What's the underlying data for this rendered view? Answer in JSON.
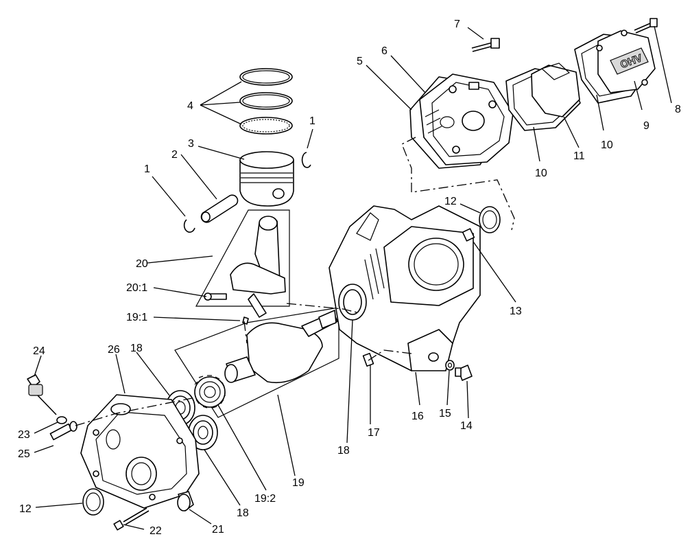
{
  "callouts": [
    {
      "id": "c1a",
      "text": "1"
    },
    {
      "id": "c1b",
      "text": "1"
    },
    {
      "id": "c2",
      "text": "2"
    },
    {
      "id": "c3",
      "text": "3"
    },
    {
      "id": "c4",
      "text": "4"
    },
    {
      "id": "c5",
      "text": "5"
    },
    {
      "id": "c6",
      "text": "6"
    },
    {
      "id": "c7",
      "text": "7"
    },
    {
      "id": "c8",
      "text": "8"
    },
    {
      "id": "c9",
      "text": "9"
    },
    {
      "id": "c10a",
      "text": "10"
    },
    {
      "id": "c10b",
      "text": "10"
    },
    {
      "id": "c11",
      "text": "11"
    },
    {
      "id": "c12a",
      "text": "12"
    },
    {
      "id": "c12b",
      "text": "12"
    },
    {
      "id": "c13",
      "text": "13"
    },
    {
      "id": "c14",
      "text": "14"
    },
    {
      "id": "c15",
      "text": "15"
    },
    {
      "id": "c16",
      "text": "16"
    },
    {
      "id": "c17",
      "text": "17"
    },
    {
      "id": "c18a",
      "text": "18"
    },
    {
      "id": "c18b",
      "text": "18"
    },
    {
      "id": "c18c",
      "text": "18"
    },
    {
      "id": "c19",
      "text": "19"
    },
    {
      "id": "c19_1",
      "text": "19:1"
    },
    {
      "id": "c19_2",
      "text": "19:2"
    },
    {
      "id": "c20",
      "text": "20"
    },
    {
      "id": "c20_1",
      "text": "20:1"
    },
    {
      "id": "c21",
      "text": "21"
    },
    {
      "id": "c22",
      "text": "22"
    },
    {
      "id": "c23",
      "text": "23"
    },
    {
      "id": "c24",
      "text": "24"
    },
    {
      "id": "c25",
      "text": "25"
    },
    {
      "id": "c26",
      "text": "26"
    }
  ],
  "valve_cover_logo": "OHV"
}
